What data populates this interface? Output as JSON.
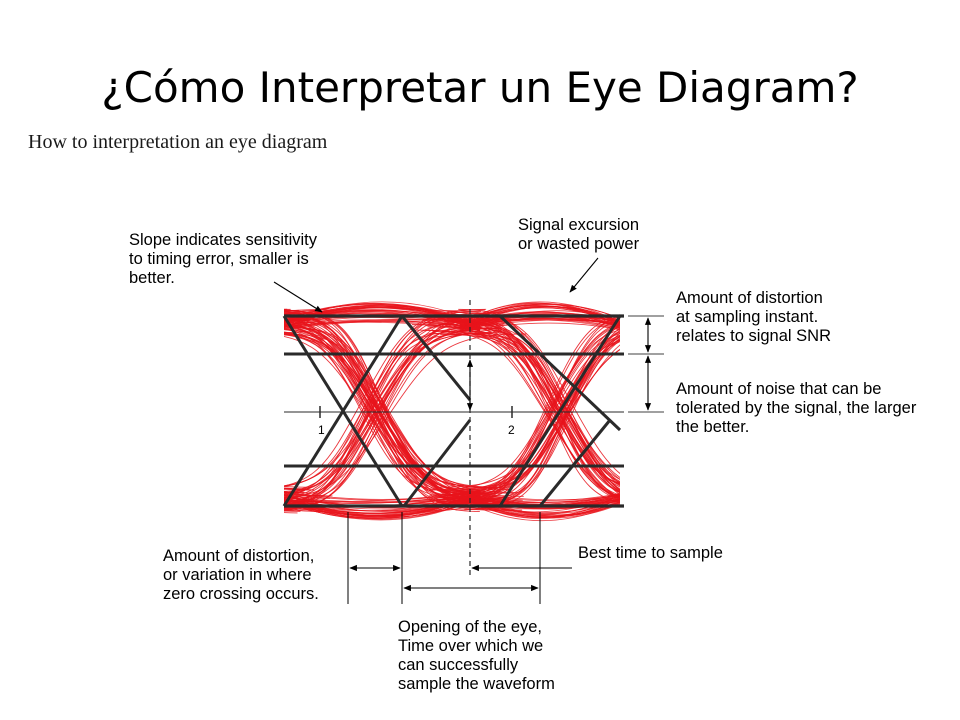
{
  "title": "¿Cómo Interpretar un Eye Diagram?",
  "subtitle": "How to interpretation an eye diagram",
  "colors": {
    "trace": "#e8141c",
    "threshold": "#2a2a2a",
    "annotation": "#000000"
  },
  "eye": {
    "markers": [
      "1",
      "2"
    ]
  },
  "annotations": {
    "slope": [
      "Slope indicates sensitivity",
      "to timing error, smaller is",
      "better."
    ],
    "signal_excursion": [
      "Signal excursion",
      "or wasted power"
    ],
    "distortion_sampling": [
      "Amount of distortion",
      "at sampling instant.",
      "relates to signal SNR"
    ],
    "noise_margin": [
      "Amount of noise that can be",
      "tolerated by the signal, the larger",
      "the better."
    ],
    "zero_crossing": [
      "Amount of distortion,",
      "or variation in where",
      "zero crossing occurs."
    ],
    "best_time": [
      "Best time to sample"
    ],
    "eye_opening": [
      "Opening of the eye,",
      "Time over which we",
      "can successfully",
      "sample the waveform"
    ]
  }
}
